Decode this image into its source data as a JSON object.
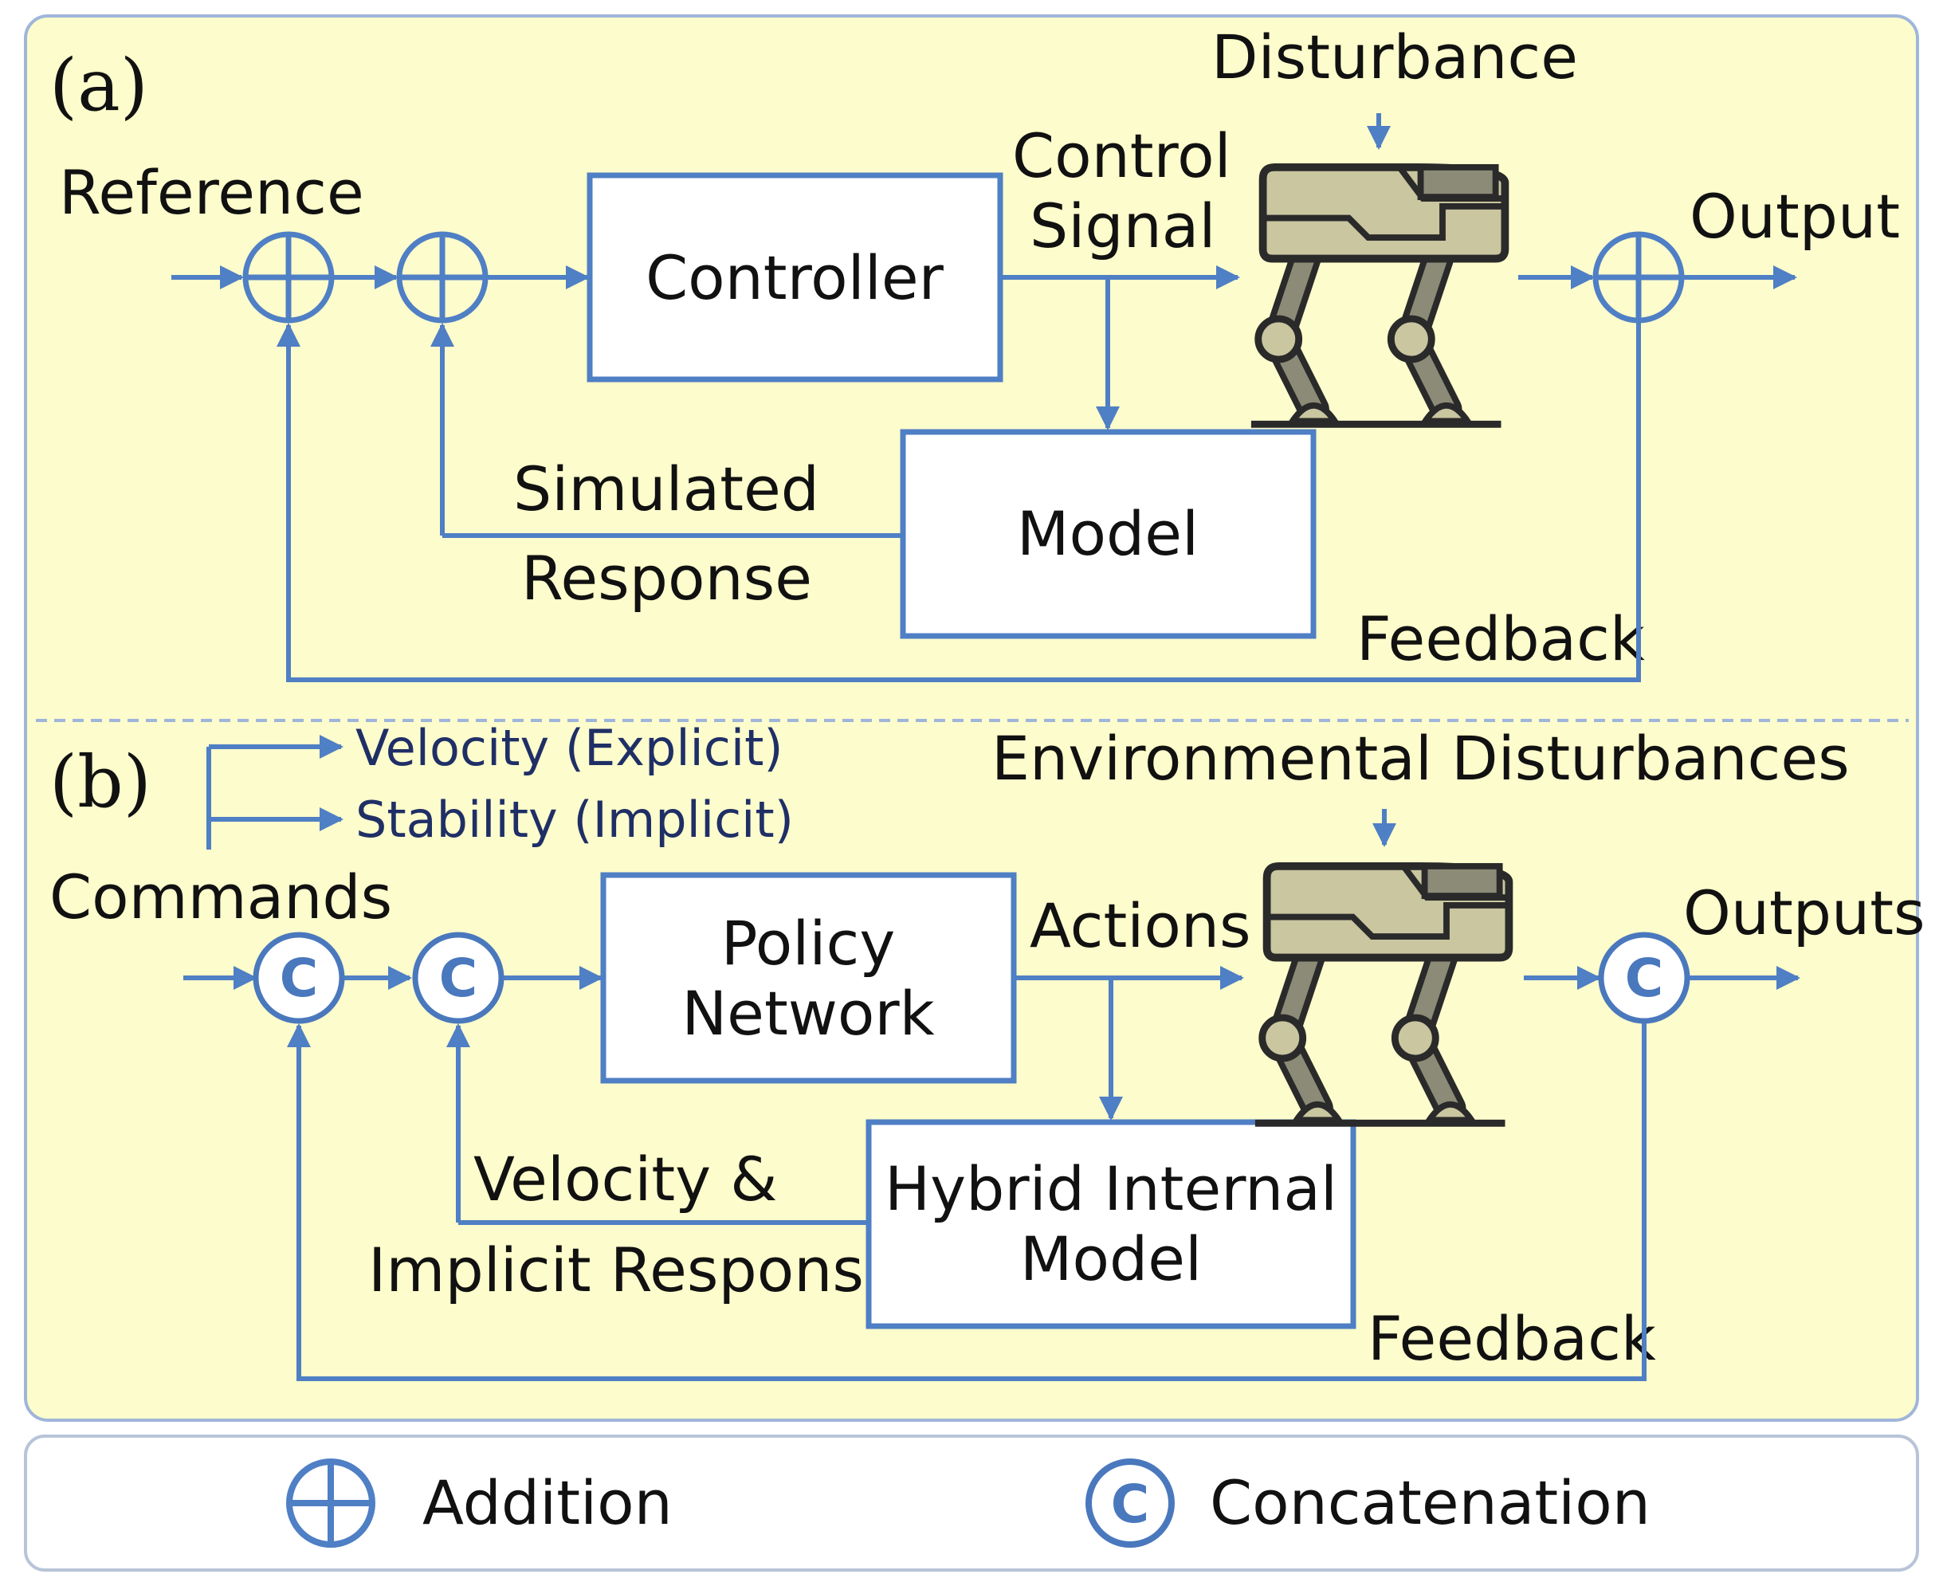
{
  "colors": {
    "panel_fill": "#fdfccc",
    "panel_border": "#9fb6da",
    "flow_line": "#4f7fc4",
    "block_border": "#4f7fc4",
    "block_fill": "#ffffff",
    "robot_body": "#c9c6a0",
    "robot_stroke": "#2a2a2a",
    "robot_leg": "#8c8b77"
  },
  "panel_a": {
    "label": "(a)",
    "reference": "Reference",
    "controller": "Controller",
    "control_signal_1": "Control",
    "control_signal_2": "Signal",
    "disturbance": "Disturbance",
    "output": "Output",
    "model": "Model",
    "simulated_1": "Simulated",
    "simulated_2": "Response",
    "feedback": "Feedback"
  },
  "panel_b": {
    "label": "(b)",
    "velocity_explicit": "Velocity (Explicit)",
    "stability_implicit": "Stability (Implicit)",
    "commands": "Commands",
    "policy_1": "Policy",
    "policy_2": "Network",
    "actions": "Actions",
    "env_disturbances": "Environmental Disturbances",
    "outputs": "Outputs",
    "him_1": "Hybrid Internal",
    "him_2": "Model",
    "velocity_implicit_1": "Velocity &",
    "velocity_implicit_2": "Implicit Response",
    "feedback": "Feedback",
    "concat_symbol": "C"
  },
  "legend": {
    "addition": "Addition",
    "concatenation": "Concatenation",
    "concat_symbol": "C"
  }
}
